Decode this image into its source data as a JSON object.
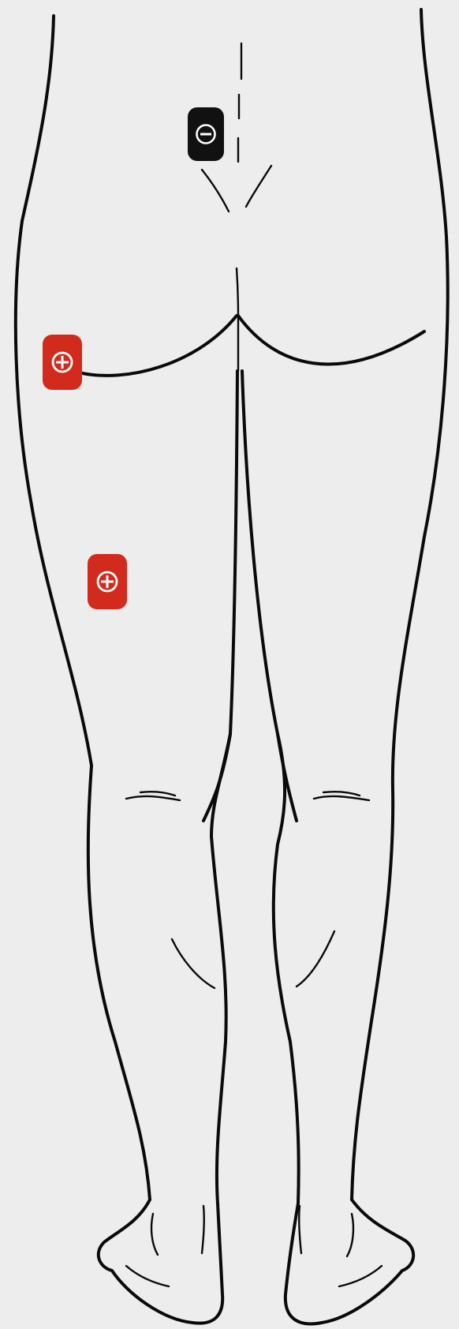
{
  "figure": {
    "view": "back-of-legs",
    "electrodes": [
      {
        "polarity": "negative",
        "symbol": "minus-symbol",
        "color": "#111111",
        "location": "sacrum"
      },
      {
        "polarity": "positive",
        "symbol": "plus-symbol",
        "color": "#d32a1e",
        "location": "upper-lateral-thigh"
      },
      {
        "polarity": "positive",
        "symbol": "plus-symbol",
        "color": "#d32a1e",
        "location": "mid-lateral-thigh"
      }
    ]
  }
}
